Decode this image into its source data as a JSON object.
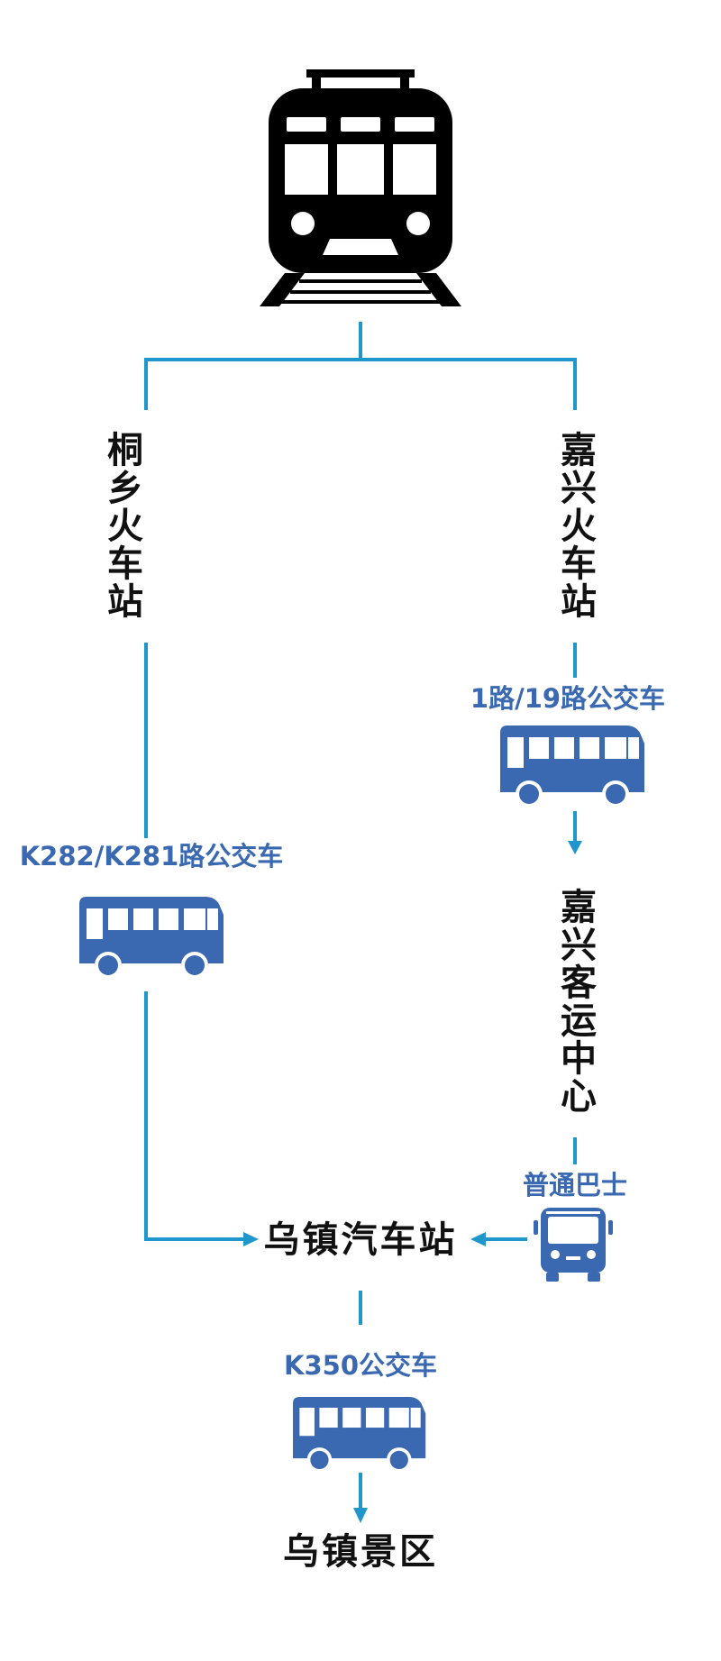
{
  "colors": {
    "line": "#1f96cc",
    "bus": "#3a68b1",
    "label": "#3a68b1",
    "text": "#111111",
    "train": "#000000"
  },
  "icons": {
    "train": "train-icon",
    "bus": "bus-icon",
    "coach": "coach-bus-icon"
  },
  "stations": {
    "tongxiang": "桐乡火车站",
    "jiaxing": "嘉兴火车站",
    "jiaxing_terminal": "嘉兴客运中心",
    "wuzhen_bus_station": "乌镇汽车站",
    "wuzhen_scenic": "乌镇景区"
  },
  "routes": {
    "left": "K282/K281路公交车",
    "right": "1路/19路公交车",
    "coach": "普通巴士",
    "bottom": "K350公交车"
  }
}
